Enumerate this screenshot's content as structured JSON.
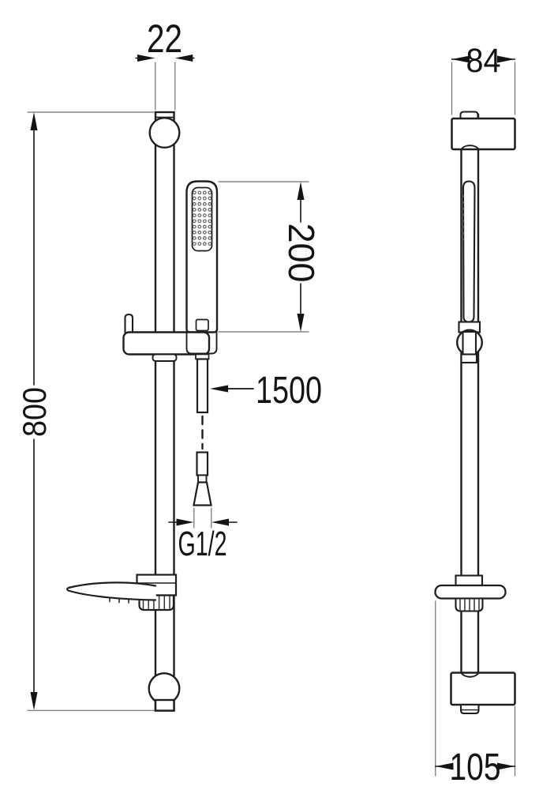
{
  "document": {
    "type": "technical dimension drawing",
    "subject": "shower slide bar set with hand shower, front and side views"
  },
  "colors": {
    "background": "#ffffff",
    "line": "#1e1e1e",
    "thin_line": "#6f6f6f",
    "text": "#141414"
  },
  "dimensions": {
    "bar_width": "22",
    "bar_length": "800",
    "handset_length": "200",
    "hose_length": "1500",
    "connection_thread": "G1/2",
    "upper_bracket_width": "84",
    "lower_bracket_depth": "105"
  }
}
